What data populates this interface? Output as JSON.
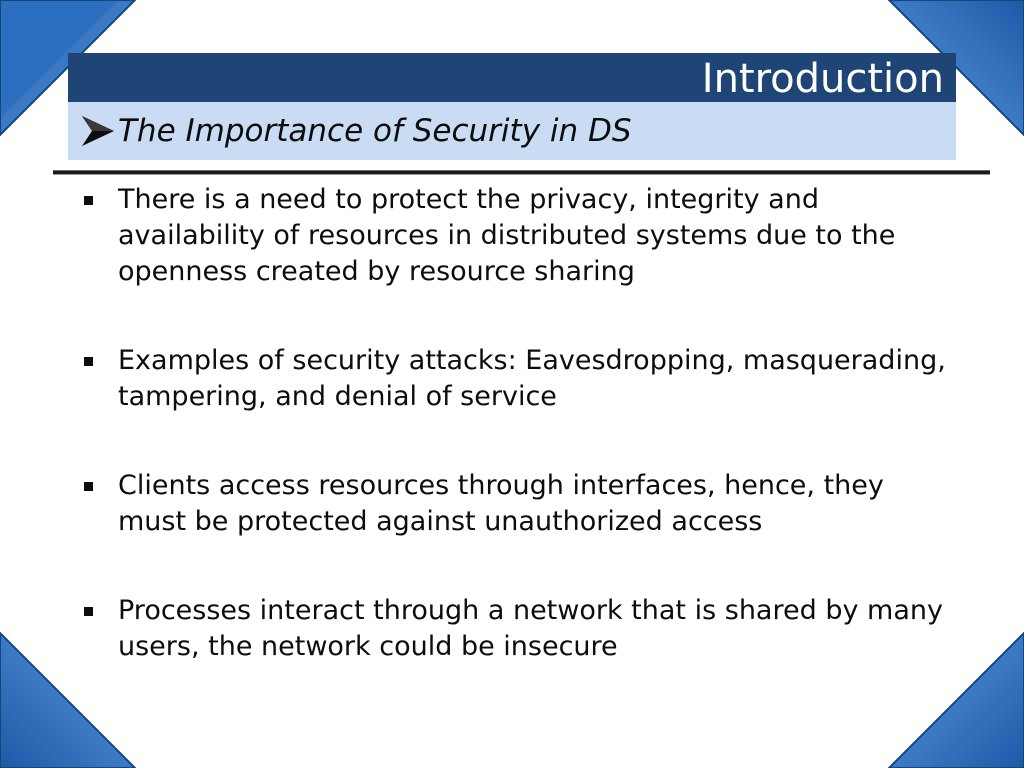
{
  "slide": {
    "title": "Introduction",
    "subtitle": "The Importance of Security in DS",
    "bullets": [
      "There is a need to protect the privacy, integrity and availability of resources in distributed systems due to the openness created by resource sharing",
      "Examples of security attacks: Eavesdropping, masquerading, tampering, and denial of service",
      "Clients access resources through interfaces, hence, they must be protected against unauthorized access",
      "Processes interact through a network that is shared by many users, the network could be insecure"
    ]
  },
  "colors": {
    "title_bar": "#1f4577",
    "subtitle_bar": "#c9dcf3",
    "corner_blue": "#3a7fcc",
    "text": "#0d0d0d"
  }
}
